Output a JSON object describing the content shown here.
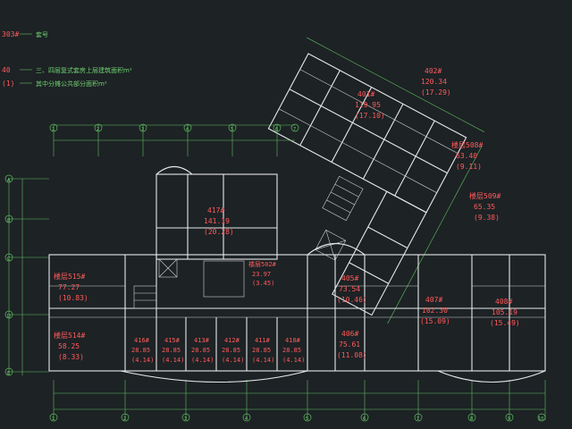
{
  "legend": {
    "items": [
      {
        "code": "303#",
        "text": "套号"
      },
      {
        "code": "40",
        "text": "三、四层复式套房上层建筑面积m²"
      },
      {
        "code": "(1)",
        "text": "其中分摊公共部分面积m²"
      }
    ]
  },
  "units": [
    {
      "id": "401#",
      "area": "119.95",
      "share": "(17.10)"
    },
    {
      "id": "402#",
      "area": "120.34",
      "share": "(17.29)"
    },
    {
      "id": "楼层508#",
      "area": "63.40",
      "share": "(9.11)"
    },
    {
      "id": "楼层509#",
      "area": "65.35",
      "share": "(9.38)"
    },
    {
      "id": "417#",
      "area": "141.19",
      "share": "(20.28)"
    },
    {
      "id": "楼层502#",
      "area": "23.97",
      "share": "(3.45)"
    },
    {
      "id": "楼层515#",
      "area": "77.27",
      "share": "(10.83)"
    },
    {
      "id": "楼层514#",
      "area": "58.25",
      "share": "(8.33)"
    },
    {
      "id": "416#",
      "area": "28.85",
      "share": "(4.14)"
    },
    {
      "id": "415#",
      "area": "28.85",
      "share": "(4.14)"
    },
    {
      "id": "413#",
      "area": "28.85",
      "share": "(4.14)"
    },
    {
      "id": "412#",
      "area": "28.85",
      "share": "(4.14)"
    },
    {
      "id": "411#",
      "area": "28.85",
      "share": "(4.14)"
    },
    {
      "id": "410#",
      "area": "28.85",
      "share": "(4.14)"
    },
    {
      "id": "405#",
      "area": "73.54",
      "share": "(10.46)"
    },
    {
      "id": "406#",
      "area": "75.61",
      "share": "(11.08)"
    },
    {
      "id": "407#",
      "area": "102.30",
      "share": "(15.09)"
    },
    {
      "id": "408#",
      "area": "105.19",
      "share": "(15.49)"
    }
  ],
  "axes": {
    "top": [
      "1",
      "2",
      "3",
      "4",
      "5",
      "6",
      "7"
    ],
    "bottom": [
      "1",
      "2",
      "3",
      "4",
      "5",
      "6",
      "7",
      "8",
      "9",
      "10"
    ],
    "left": [
      "A",
      "B",
      "C",
      "D",
      "E"
    ]
  },
  "colors": {
    "background": "#1d2225",
    "walls": "#e8e8e8",
    "unit_labels": "#ff5a5a",
    "dimensions": "#5fbf5f"
  }
}
